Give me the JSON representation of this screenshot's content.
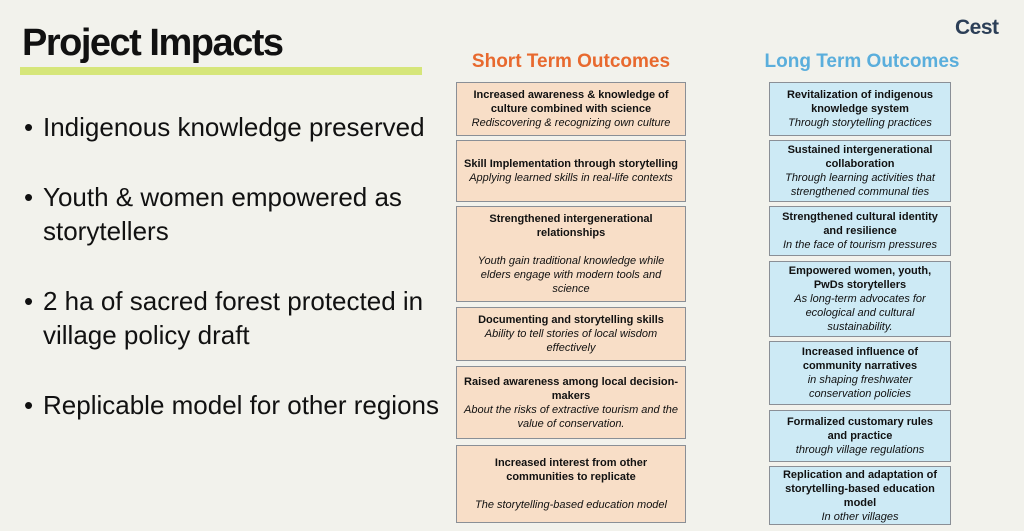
{
  "slide": {
    "title": "Project Impacts",
    "logo": "Cest",
    "colors": {
      "accent_bar": "#d6e67a",
      "short_heading": "#e8692e",
      "long_heading": "#5aaedc",
      "short_box_fill": "#f8dec7",
      "long_box_fill": "#cdeaf5"
    }
  },
  "bullets": [
    "Indigenous knowledge preserved",
    "Youth & women empowered as storytellers",
    "2 ha of sacred forest protected in village policy draft",
    "Replicable model for other regions"
  ],
  "short_term": {
    "heading": "Short Term Outcomes",
    "boxes": [
      {
        "title": "Increased awareness & knowledge of culture combined with science",
        "desc": "Rediscovering & recognizing own culture"
      },
      {
        "title": "Skill Implementation through storytelling",
        "desc": "Applying learned skills in real-life contexts"
      },
      {
        "title": "Strengthened intergenerational relationships",
        "desc": "Youth gain traditional knowledge while elders engage with modern tools and science"
      },
      {
        "title": "Documenting and storytelling skills",
        "desc": "Ability to tell stories of local wisdom effectively"
      },
      {
        "title": "Raised awareness among local decision-makers",
        "desc": "About the risks of extractive tourism and the value of conservation."
      },
      {
        "title": "Increased interest from other communities to replicate",
        "desc": "The storytelling-based education model"
      }
    ]
  },
  "long_term": {
    "heading": "Long Term Outcomes",
    "boxes": [
      {
        "title": "Revitalization of indigenous knowledge system",
        "desc": "Through storytelling practices"
      },
      {
        "title": "Sustained intergenerational collaboration",
        "desc": "Through learning activities that strengthened communal ties"
      },
      {
        "title": "Strengthened cultural identity and resilience",
        "desc": "In the face of tourism pressures"
      },
      {
        "title": "Empowered women, youth, PwDs storytellers",
        "desc": "As long-term advocates for ecological and cultural sustainability."
      },
      {
        "title": "Increased influence of community narratives",
        "desc": "in shaping freshwater conservation policies"
      },
      {
        "title": "Formalized customary rules and practice",
        "desc": "through village regulations"
      },
      {
        "title": "Replication and adaptation of storytelling-based education model",
        "desc": "In other villages"
      }
    ]
  }
}
